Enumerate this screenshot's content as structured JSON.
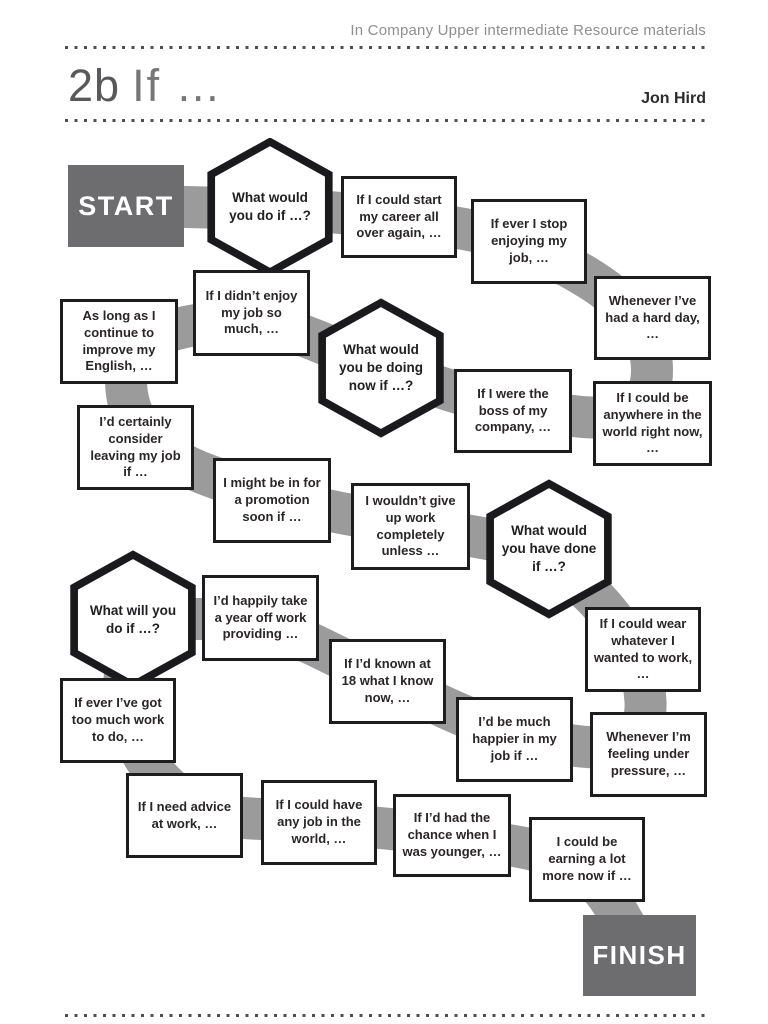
{
  "header": {
    "series": "In Company Upper intermediate Resource materials",
    "unit_code": "2b",
    "unit_title": "If …",
    "author": "Jon Hird"
  },
  "board": {
    "start_label": "START",
    "finish_label": "FINISH",
    "hexagons": [
      {
        "label": "What would you do if …?"
      },
      {
        "label": "What would you be doing now if …?"
      },
      {
        "label": "What would you have done if …?"
      },
      {
        "label": "What will you do if …?"
      }
    ],
    "squares": [
      {
        "label": "If I could start my career all over again, …"
      },
      {
        "label": "If ever I stop enjoying my job, …"
      },
      {
        "label": "Whenever I’ve had a hard day, …"
      },
      {
        "label": "If I could be anywhere in the world right now, …"
      },
      {
        "label": "If I were the boss of my company, …"
      },
      {
        "label": "If I didn’t enjoy my job so much, …"
      },
      {
        "label": "As long as I continue to improve my English, …"
      },
      {
        "label": "I’d certainly consider leaving my job if …"
      },
      {
        "label": "I might be in for a promotion soon if …"
      },
      {
        "label": "I wouldn’t give up work completely unless …"
      },
      {
        "label": "If I could wear whatever I wanted to work, …"
      },
      {
        "label": "Whenever I’m feeling under pressure, …"
      },
      {
        "label": "I’d be much happier in my job if …"
      },
      {
        "label": "If I’d known at 18 what I know now, …"
      },
      {
        "label": "I’d happily take a year off work providing …"
      },
      {
        "label": "If ever I’ve got too much work to do, …"
      },
      {
        "label": "If I need advice at work, …"
      },
      {
        "label": "If I could have any job in the world, …"
      },
      {
        "label": "If I’d had the chance when I was younger, …"
      },
      {
        "label": "I could be earning a lot more now if …"
      }
    ]
  },
  "colors": {
    "path_gray": "#9b9b9b",
    "terminal_gray": "#6d6d70",
    "border_black": "#1d1d1f",
    "header_gray": "#8f8f91"
  }
}
